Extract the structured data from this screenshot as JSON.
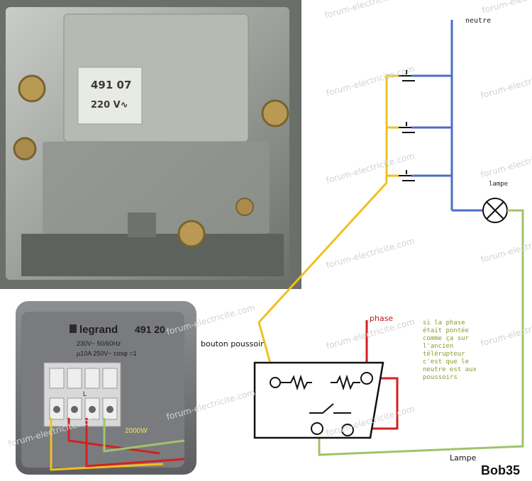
{
  "labels": {
    "neutre": "neutre",
    "lampe_top": "lampe",
    "bouton": "bouton poussoir",
    "phase": "phase",
    "lampe_bottom": "Lampe",
    "signature": "Bob35",
    "note": [
      "si la phase",
      "était pontée",
      "comme ça sur",
      "l'ancien",
      "télérupteur",
      "c'est que le",
      "neutre est aux",
      "poussoirs"
    ]
  },
  "photo_relay": {
    "part_number": "491 07",
    "voltage": "220 V∿"
  },
  "legrand_module": {
    "brand": "legrand",
    "reference": "491 20",
    "rating_line1": "230V~ 50/60Hz",
    "rating_line2": "μ10A 250V~ cosφ =1",
    "power": "2000W",
    "terminal_L": "L"
  },
  "watermark": "forum-electricite.com",
  "colors": {
    "neutral_wire": "#4a6fc4",
    "control_wire": "#f0c020",
    "phase_wire": "#d42020",
    "lamp_wire": "#9fc46a",
    "note_text": "#8c9a2c"
  }
}
